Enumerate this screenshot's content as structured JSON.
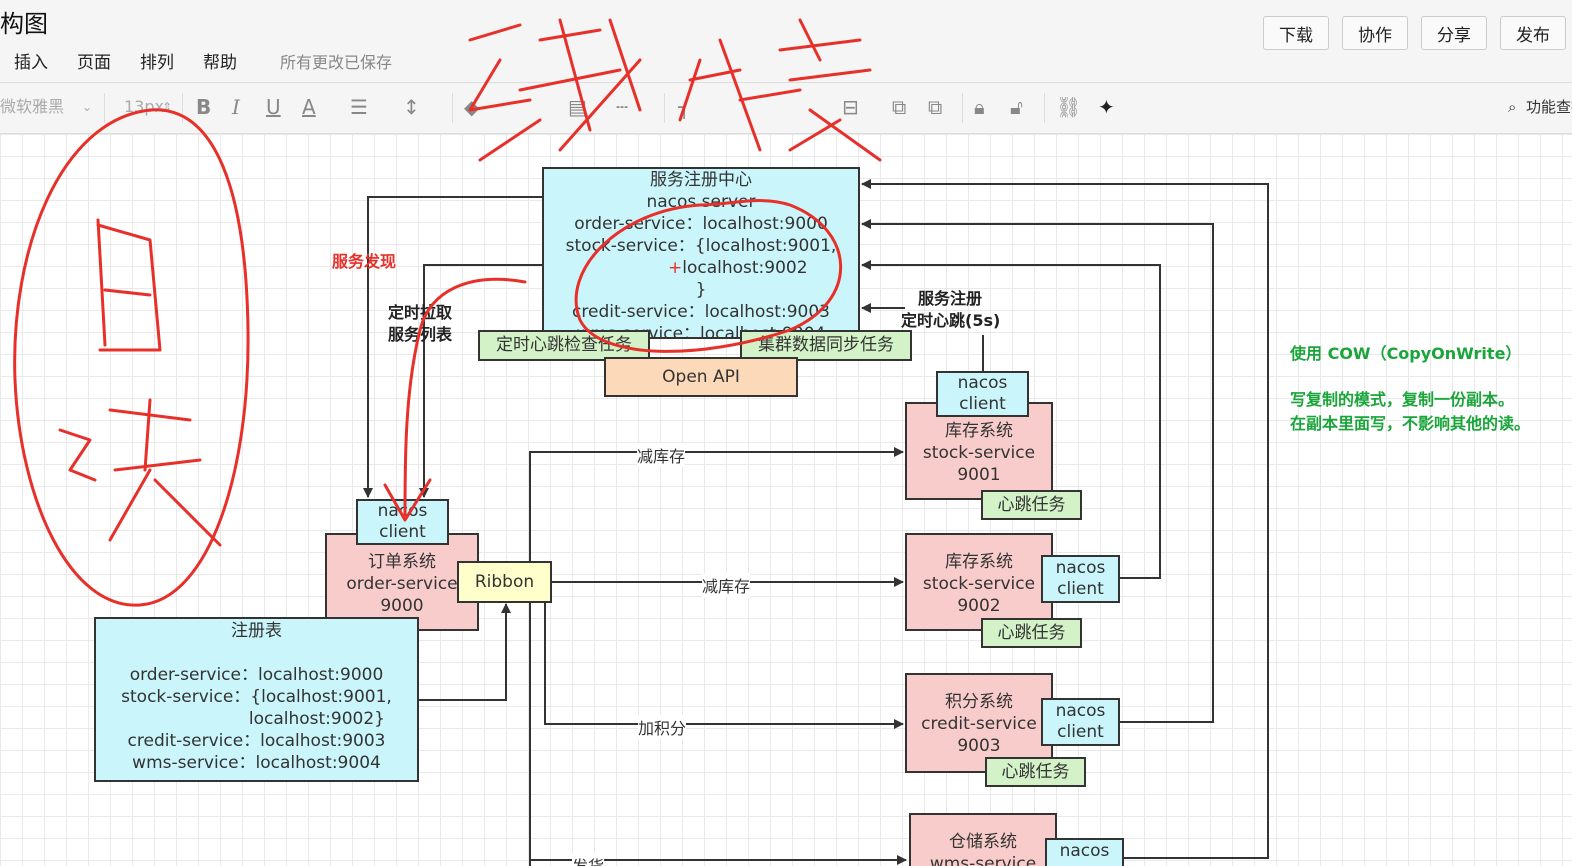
{
  "header": {
    "title": "构图",
    "menu": [
      "插入",
      "页面",
      "排列",
      "帮助"
    ],
    "save_status": "所有更改已保存",
    "buttons": {
      "download": "下载",
      "collaborate": "协作",
      "share": "分享",
      "publish": "发布"
    }
  },
  "toolbar": {
    "font_family": "微软雅黑",
    "font_size": "13px",
    "bold": "B",
    "italic": "I",
    "underline": "U",
    "font_color": "A",
    "search_label": "功能查找"
  },
  "diagram": {
    "server": {
      "title": "服务注册中心",
      "subtitle": "nacos server",
      "lines": [
        "order-service：localhost:9000",
        "stock-service：{localhost:9001,",
        "localhost:9002",
        "}",
        "credit-service：localhost:9003",
        "wms-service：localhost:9004"
      ]
    },
    "heartbeat_check": "定时心跳检查任务",
    "cluster_sync": "集群数据同步任务",
    "open_api": "Open API",
    "labels": {
      "service_discovery": "服务发现",
      "pull_list_1": "定时拉取",
      "pull_list_2": "服务列表",
      "register_1": "服务注册",
      "register_2": "定时心跳(5s)",
      "reduce_stock": "减库存",
      "add_points": "加积分",
      "ship": "发货"
    },
    "nacos_client_1": "nacos",
    "nacos_client_2": "client",
    "heartbeat_task": "心跳任务",
    "order": {
      "title": "订单系统",
      "service": "order-service",
      "port": "9000"
    },
    "ribbon": "Ribbon",
    "stock1": {
      "title": "库存系统",
      "service": "stock-service",
      "port": "9001"
    },
    "stock2": {
      "title": "库存系统",
      "service": "stock-service",
      "port": "9002"
    },
    "credit": {
      "title": "积分系统",
      "service": "credit-service",
      "port": "9003"
    },
    "wms": {
      "title": "仓储系统",
      "service": "wms-service"
    },
    "registry": {
      "title": "注册表",
      "lines": [
        "order-service：localhost:9000",
        "stock-service：{localhost:9001,",
        "localhost:9002}",
        "credit-service：localhost:9003",
        "wms-service：localhost:9004"
      ]
    },
    "note": {
      "line1": "使用 COW（CopyOnWrite）",
      "line2": "写复制的模式，复制一份副本。",
      "line3": "在副本里面写，不影响其他的读。"
    }
  },
  "colors": {
    "cyan": "#c9f5fb",
    "pink": "#f9cccc",
    "green": "#d3f2c8",
    "orange": "#fcd9b8",
    "red": "#e8302a",
    "note_green": "#1aa53a"
  }
}
